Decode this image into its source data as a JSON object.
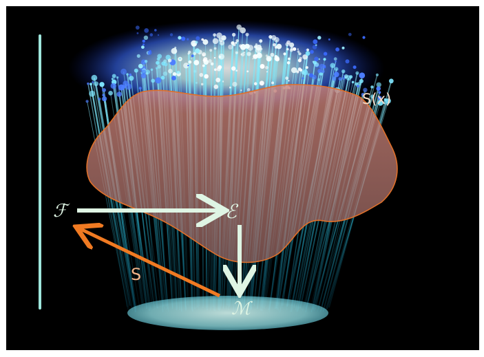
{
  "labels": {
    "fiber_bundle_total": "ℰ",
    "fiber": "ℱ",
    "base_manifold": "ℳ",
    "section_map": "S",
    "section_surface": "S(x)"
  },
  "colors": {
    "background": "#000000",
    "fiber_glow": "#3fd0e8",
    "fiber_top": "#2a4cff",
    "section_fill": "#c07a6a",
    "section_stroke": "#e0702a",
    "arrow_white": "#dff5e4",
    "arrow_orange": "#f07a22",
    "base_ellipse": "#9fe3e6",
    "label_orange": "#f2b58a"
  },
  "icons": [
    "arrow-right-icon",
    "arrow-down-icon",
    "arrow-diagonal-icon"
  ]
}
